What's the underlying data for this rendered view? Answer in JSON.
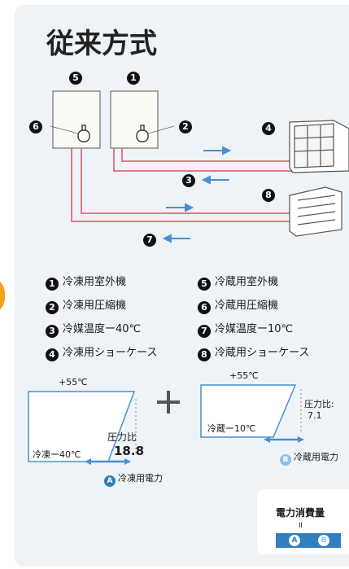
{
  "title": "従来方式",
  "components": {
    "n1": "1",
    "n2": "2",
    "n3": "3",
    "n4": "4",
    "n5": "5",
    "n6": "6",
    "n7": "7",
    "n8": "8"
  },
  "legend": [
    {
      "num": "1",
      "label": "冷凍用室外機"
    },
    {
      "num": "5",
      "label": "冷蔵用室外機"
    },
    {
      "num": "2",
      "label": "冷凍用圧縮機"
    },
    {
      "num": "6",
      "label": "冷蔵用圧縮機"
    },
    {
      "num": "3",
      "label": "冷媒温度ー40℃"
    },
    {
      "num": "7",
      "label": "冷媒温度ー10℃"
    },
    {
      "num": "4",
      "label": "冷凍用ショーケース"
    },
    {
      "num": "8",
      "label": "冷蔵用ショーケース"
    }
  ],
  "freezer_cycle": {
    "top_temp": "+55℃",
    "bottom_label": "冷凍ー40℃",
    "ratio_label": "圧力比",
    "ratio_value": "18.8",
    "power_letter": "A",
    "power_label": "冷凍用電力"
  },
  "plus": "+",
  "fridge_cycle": {
    "top_temp": "+55℃",
    "bottom_label": "冷蔵ー10℃",
    "ratio_label": "圧力比:",
    "ratio_value": "7.1",
    "power_letter": "B",
    "power_label": "冷蔵用電力"
  },
  "power_box": {
    "title": "電力消費量",
    "equals": "॥",
    "a": "A",
    "b": "B"
  },
  "colors": {
    "panel_bg": "#eef3f8",
    "pipe": "#e07a86",
    "arrow_blue": "#4a90d0",
    "accent_orange": "#f3a31b"
  }
}
